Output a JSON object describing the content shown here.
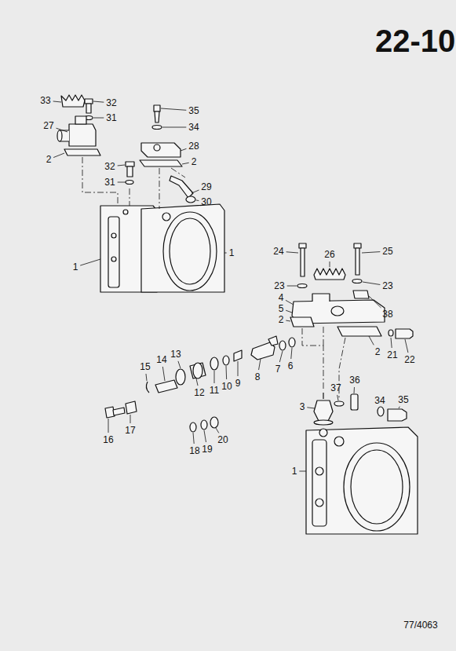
{
  "diagram": {
    "title": "22-10",
    "labels": [
      "33",
      "32",
      "31",
      "27",
      "2",
      "32",
      "31",
      "35",
      "34",
      "28",
      "2",
      "29",
      "30",
      "1",
      "1",
      "24",
      "26",
      "25",
      "23",
      "23",
      "4",
      "5",
      "2",
      "38",
      "21",
      "22",
      "2",
      "13",
      "15",
      "14",
      "12",
      "11",
      "10",
      "9",
      "8",
      "7",
      "6",
      "16",
      "17",
      "18",
      "19",
      "20",
      "3",
      "37",
      "36",
      "34",
      "35",
      "1",
      "77/4063"
    ]
  }
}
